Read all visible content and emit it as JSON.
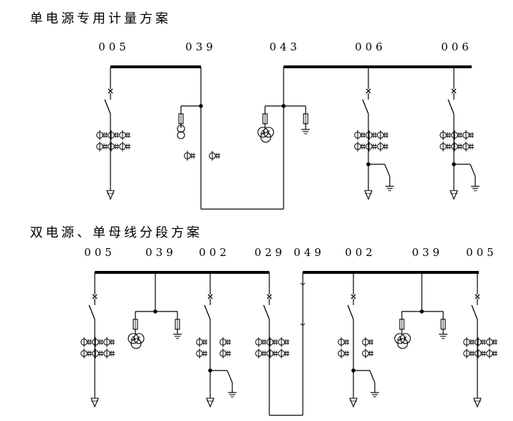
{
  "diagram1": {
    "title": "单电源专用计量方案",
    "codes": [
      "005",
      "039",
      "043",
      "006",
      "006"
    ]
  },
  "diagram2": {
    "title": "双电源、单母线分段方案",
    "codes": [
      "005",
      "039",
      "002",
      "029",
      "049",
      "002",
      "039",
      "005"
    ]
  },
  "symbols": {
    "ct_pair": "Φ#Φ#Φ#",
    "ct_single": "Φ#",
    "switch_mark": "x"
  }
}
